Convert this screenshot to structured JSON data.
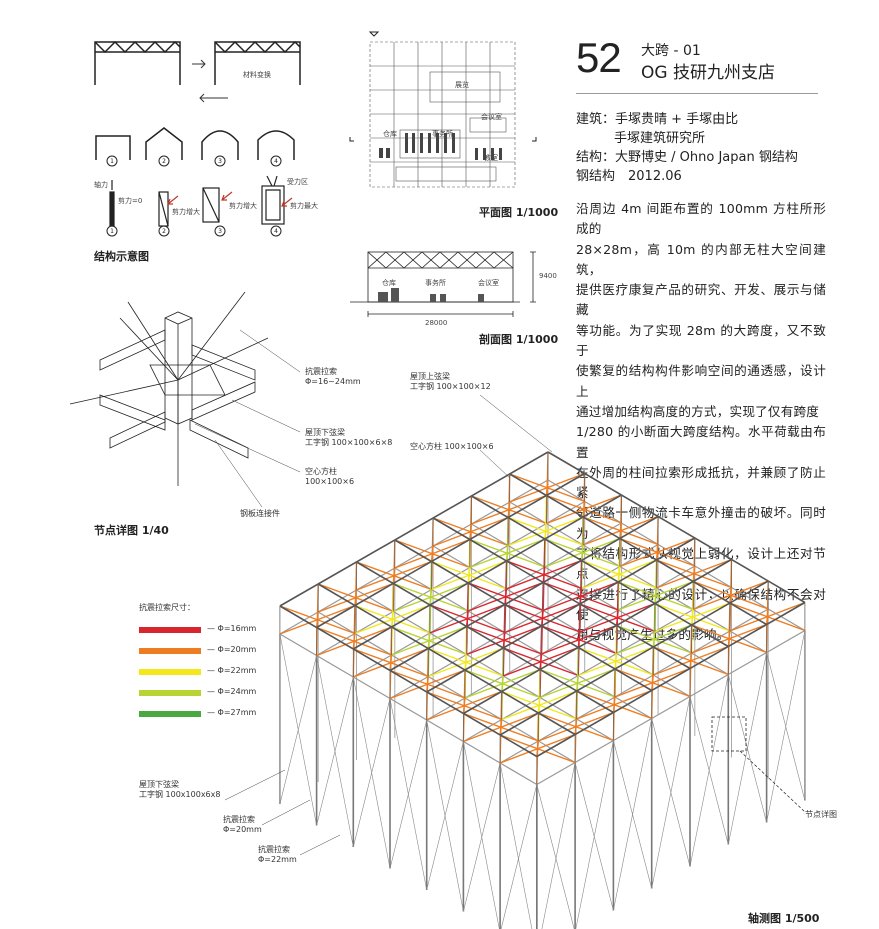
{
  "project": {
    "number": "52",
    "category": "大跨 - 01",
    "title": "OG 技研九州支店"
  },
  "credits": {
    "architecture_line1": "建筑：手塚贵晴 + 手塚由比",
    "architecture_line2": "手塚建筑研究所",
    "structure": "结构：大野博史 / Ohno Japan 钢结构",
    "material_year": "钢结构　2012.06"
  },
  "description": [
    "沿周边 4m 间距布置的 100mm 方柱所形成的",
    "28×28m，高 10m 的内部无柱大空间建筑，",
    "提供医疗康复产品的研究、开发、展示与储藏",
    "等功能。为了实现 28m 的大跨度，又不致于",
    "使繁复的结构构件影响空间的通透感，设计上",
    "通过增加结构高度的方式，实现了仅有跨度",
    "1/280 的小断面大跨度结构。水平荷载由布置",
    "在外周的柱间拉索形成抵抗，并兼顾了防止紧",
    "邻道路一侧物流卡车意外撞击的破坏。同时为",
    "了将结构形式从视觉上弱化，设计上还对节点",
    "连接进行了精心的设计，以确保结构不会对使",
    "用与视觉产生过多的影响。"
  ],
  "captions": {
    "structure_diagram": "结构示意图",
    "plan": "平面图 1/1000",
    "section": "剖面图 1/1000",
    "node_detail": "节点详图 1/40",
    "axonometric": "轴测图 1/500"
  },
  "structure_diagram_labels": {
    "material_change": "材料变换",
    "axial_force": "轴力",
    "shear_zero": "剪力=0",
    "shear_increase_1": "剪力增大",
    "shear_increase_2": "剪力增大",
    "shear_max": "剪力最大",
    "stress_zone": "受力区",
    "steps": [
      "1",
      "2",
      "3",
      "4"
    ]
  },
  "plan_labels": {
    "exhibition": "展览",
    "meeting": "会议室",
    "warehouse": "仓库",
    "office": "事务所",
    "classroom": "教室"
  },
  "section_labels": {
    "warehouse": "仓库",
    "office": "事务所",
    "meeting": "会议室",
    "height": "9400",
    "span": "28000"
  },
  "node_labels": {
    "cable": [
      "抗震拉索",
      "Φ=16~24mm"
    ],
    "bottom_chord": [
      "屋顶下弦梁",
      "工字钢 100×100×6×8"
    ],
    "column": [
      "空心方柱",
      "100×100×6"
    ],
    "plate": "钢板连接件"
  },
  "axo_labels": {
    "top_chord": [
      "屋顶上弦梁",
      "工字钢 100×100×12"
    ],
    "column": "空心方柱 100×100×6",
    "bottom_chord": [
      "屋顶下弦梁",
      "工字钢 100x100x6x8"
    ],
    "cable20": [
      "抗震拉索",
      "Φ=20mm"
    ],
    "cable22": [
      "抗震拉索",
      "Φ=22mm"
    ],
    "node": "节点详图"
  },
  "legend": {
    "title": "抗震拉索尺寸：",
    "items": [
      {
        "label": "Φ=16mm",
        "color": "#d8262e"
      },
      {
        "label": "Φ=20mm",
        "color": "#ee7d22"
      },
      {
        "label": "Φ=22mm",
        "color": "#f2e81c"
      },
      {
        "label": "Φ=24mm",
        "color": "#b7d432"
      },
      {
        "label": "Φ=27mm",
        "color": "#49a940"
      }
    ]
  }
}
